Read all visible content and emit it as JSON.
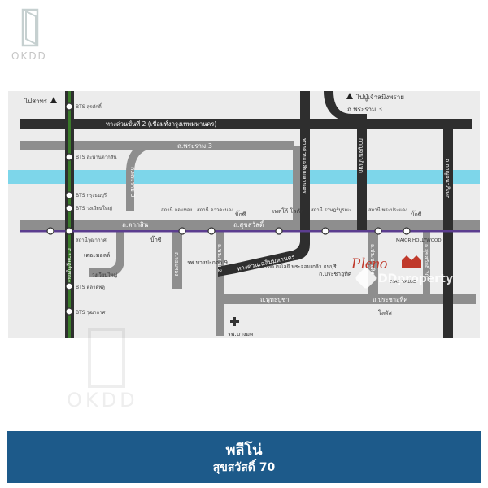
{
  "brand": {
    "watermark": "OKDD",
    "portal": "DDproperty"
  },
  "directions": {
    "north_left": "ไปสาทร",
    "north_right": "ไปปู่เจ้าสมิงพราย"
  },
  "roads": {
    "expressway2": "ทางด่วนขั้นที่ 2 (เชื่อมทั้งกรุงเทพมหานคร)",
    "rama3_top": "ถ.พระราม 3",
    "rama3_mid": "ถ.พระราม 3",
    "rama3_vert": "ถ.พระราม 3",
    "taksin": "ถ.ตากสิน",
    "sukhumvit": "ถ.สุขสวัสดิ์",
    "chaloem_top": "ทางด่วนเฉลิมมหานคร",
    "chaloem_bottom": "ทางด่วนเฉลิมมหานคร",
    "kanchanaphisek": "กาญจนาภิเษก",
    "ratburana": "ถ.ราษฎร์บูรณะ",
    "khlong_thanon": "ถ.จอมทอง",
    "rama2": "ถ.พระราม 2",
    "putthabucha": "ถ.พุทธบูชา",
    "prachauthit_mid": "ถ.ประชาอุทิศ",
    "prachauthit_bottom": "ถ.ประชาอุทิศ",
    "sukhumvit70": "ถ.สุขสวัสดิ์ 70",
    "kanchanaphisek_right": "ถ.กาญจนาภิเษก"
  },
  "stations": [
    "BTS สุรศักดิ์",
    "BTS สะพานตากสิน",
    "BTS กรุงธนบุรี",
    "BTS วงเวียนใหญ่",
    "สถานีวุฒากาศ",
    "BTS ตลาดพลู",
    "BTS วุฒากาศ",
    "สถานี จอมทอง",
    "สถานี ดาวคะนอง",
    "สถานี ราษฎร์บูรณะ",
    "สถานี พระประแดง"
  ],
  "landmarks": {
    "bigc1": "บิ๊กซี",
    "bigc2": "บิ๊กซี",
    "bigc3": "บิ๊กซี",
    "tesco": "เทสโก้ โลตัส",
    "lotus_bottom": "โลตัส",
    "themall": "เดอะมอลล์",
    "uni": "ม.เทคโนโลยี พระจอมเกล้า ธนบุรี",
    "hospital_bangpakok": "รพ.บางปะกอก 9",
    "hospital_bangmod": "รพ.บางมด",
    "major": "MAJOR HOLLYWOOD",
    "maxvalue": "MAX VALUE",
    "circle_label": "วงเวียนใหญ่"
  },
  "project_logo": "Pleno",
  "banner": {
    "title": "พลีโน่",
    "subtitle": "สุขสวัสดิ์ 70"
  },
  "colors": {
    "road_dark": "#2e2e2e",
    "road_grey": "#8a8a8a",
    "river": "#7dd6ea",
    "bts_green": "#3a7a2a",
    "banner_bg": "#1d5a8a",
    "logo_red": "#c0392b"
  }
}
